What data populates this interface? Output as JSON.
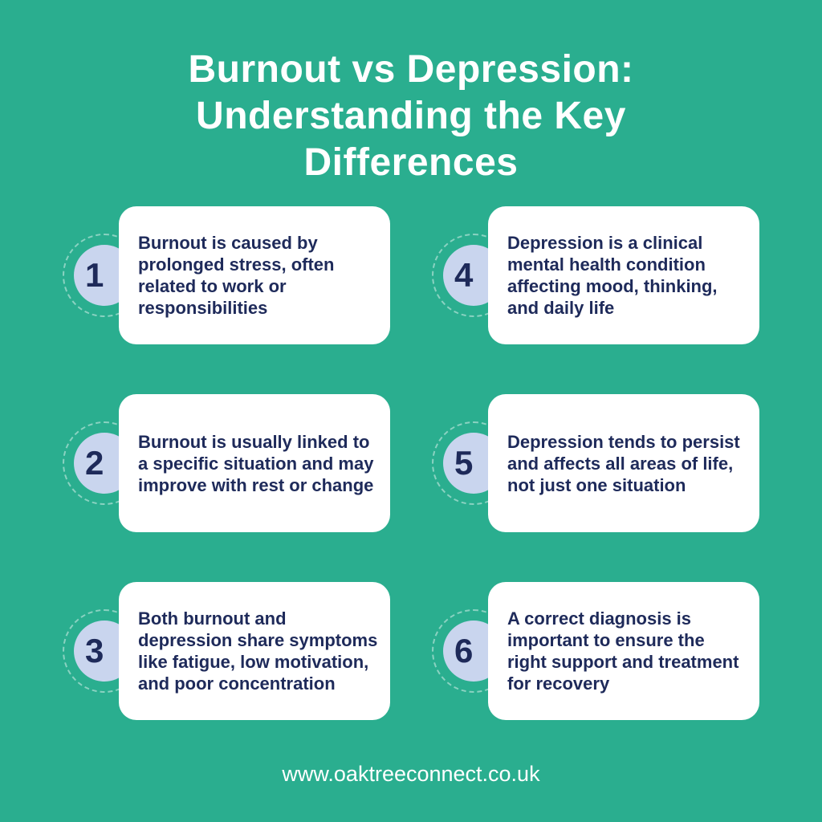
{
  "title": {
    "line1": "Burnout vs Depression:",
    "line2": "Understanding the Key",
    "line3": "Differences"
  },
  "items": [
    {
      "number": "1",
      "text": "Burnout is caused by prolonged stress, often related to work or responsibilities"
    },
    {
      "number": "2",
      "text": "Burnout is usually linked to a specific situation and may improve with rest or change"
    },
    {
      "number": "3",
      "text": "Both burnout and depression share symptoms like fatigue, low motivation, and poor concentration"
    },
    {
      "number": "4",
      "text": "Depression is a clinical mental health condition affecting mood, thinking, and daily life"
    },
    {
      "number": "5",
      "text": "Depression tends to persist and affects all areas of life, not just one situation"
    },
    {
      "number": "6",
      "text": "A correct diagnosis is important to ensure the right support and treatment for recovery"
    }
  ],
  "footer": {
    "url": "www.oaktreeconnect.co.uk"
  },
  "colors": {
    "background": "#2aae8f",
    "card": "#ffffff",
    "badge": "#c9d5ee",
    "text_dark": "#1e2a5a"
  }
}
